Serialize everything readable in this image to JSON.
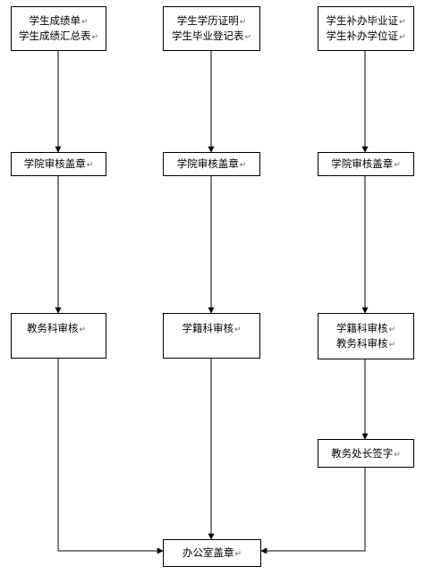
{
  "return_mark": "↵",
  "nodes": {
    "transcript": {
      "lines": [
        "学生成绩单",
        "学生成绩汇总表"
      ]
    },
    "diploma_cert": {
      "lines": [
        "学生学历证明",
        "学生毕业登记表"
      ]
    },
    "reissue": {
      "lines": [
        "学生补办毕业证",
        "学生补办学位证"
      ]
    },
    "seal_1": {
      "lines": [
        "学院审核盖章"
      ]
    },
    "seal_2": {
      "lines": [
        "学院审核盖章"
      ]
    },
    "seal_3": {
      "lines": [
        "学院审核盖章"
      ]
    },
    "academic_review": {
      "lines": [
        "教务科审核"
      ]
    },
    "registry_review": {
      "lines": [
        "学籍科审核"
      ]
    },
    "registry_academic_review": {
      "lines": [
        "学籍科审核",
        "教务科审核"
      ]
    },
    "director_sign": {
      "lines": [
        "教务处长签字"
      ]
    },
    "office_seal": {
      "lines": [
        "办公室盖章"
      ]
    }
  }
}
